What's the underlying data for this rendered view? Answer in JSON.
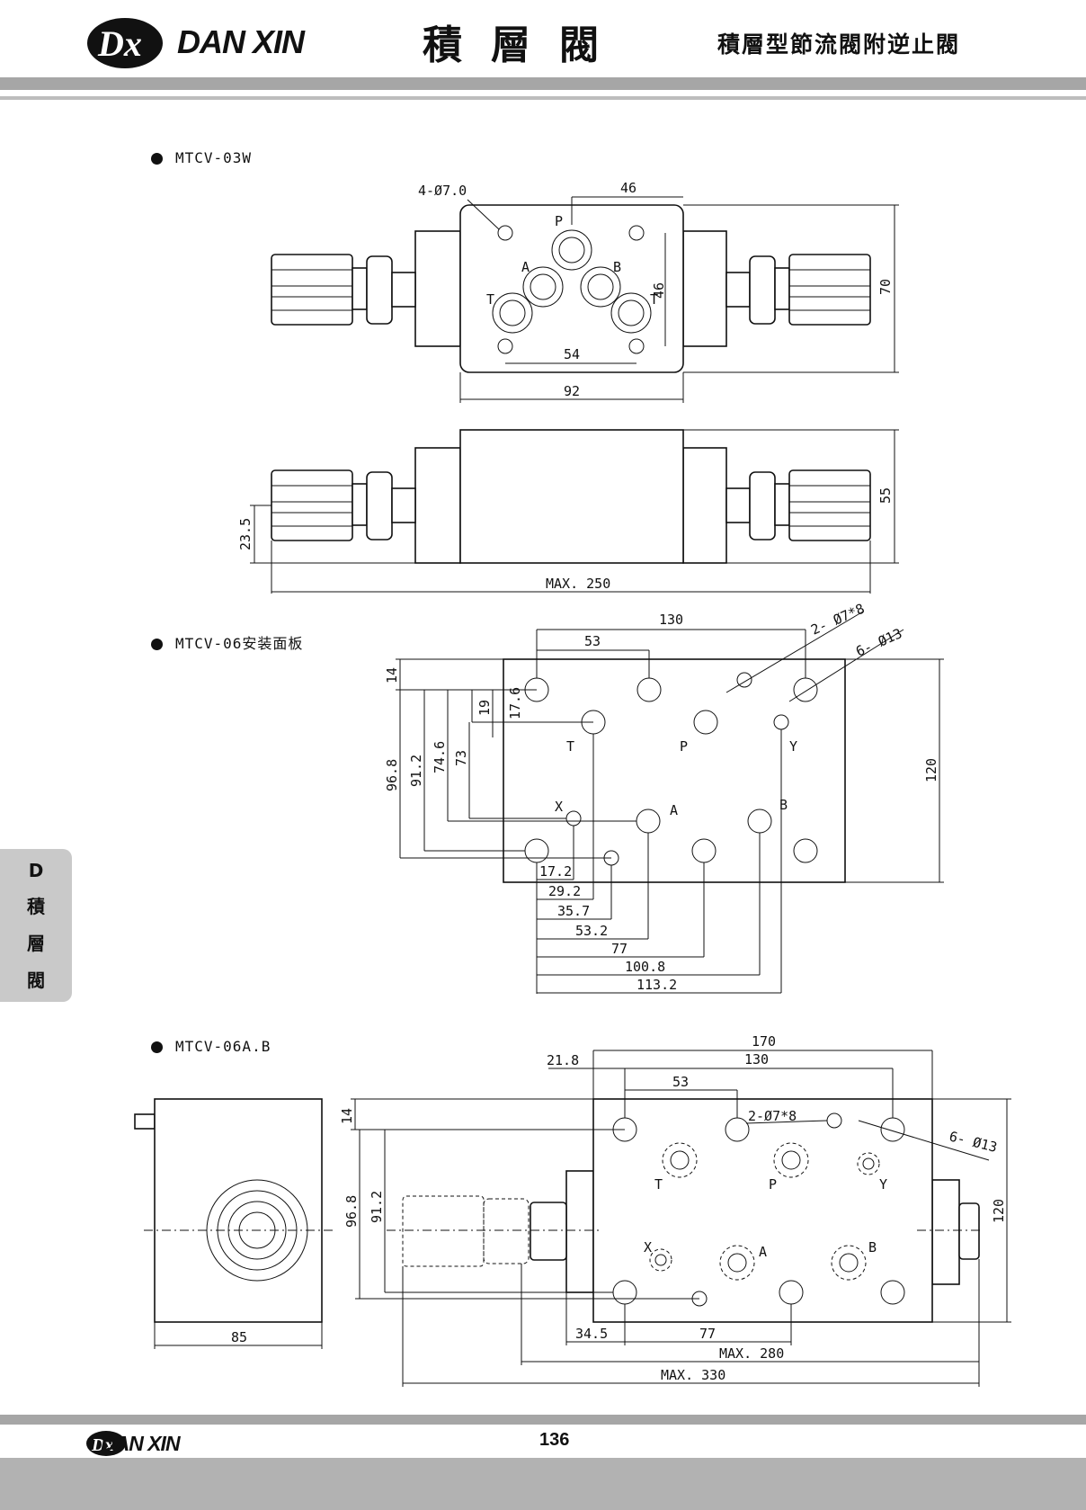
{
  "header": {
    "brand": "DAN XIN",
    "title": "積層閥",
    "subtitle": "積層型節流閥附逆止閥"
  },
  "side_tab": [
    "D",
    "積",
    "層",
    "閥"
  ],
  "sections": [
    {
      "label": "MTCV-03W",
      "dims": {
        "holes": "4-Ø7.0",
        "d46_top": "46",
        "d46_side": "46",
        "d54": "54",
        "d92": "92",
        "d70": "70",
        "d55": "55",
        "d23_5": "23.5",
        "max250": "MAX. 250"
      },
      "ports": {
        "p": "P",
        "a": "A",
        "b": "B",
        "t1": "T",
        "t2": "T"
      }
    },
    {
      "label": "MTCV-06安装面板",
      "dims": {
        "d130": "130",
        "d53": "53",
        "holes_small": "2- Ø7*8",
        "holes_large": "6- Ø13",
        "d14": "14",
        "d17_6": "17.6",
        "d19": "19",
        "d96_8": "96.8",
        "d91_2": "91.2",
        "d74_6": "74.6",
        "d73": "73",
        "d120": "120",
        "d17_2": "17.2",
        "d29_2": "29.2",
        "d35_7": "35.7",
        "d53_2": "53.2",
        "d77": "77",
        "d100_8": "100.8",
        "d113_2": "113.2"
      },
      "ports": {
        "t": "T",
        "p": "P",
        "y": "Y",
        "x": "X",
        "a": "A",
        "b": "B"
      }
    },
    {
      "label": "MTCV-06A.B",
      "dims": {
        "d170": "170",
        "d21_8": "21.8",
        "d130": "130",
        "d53": "53",
        "holes_small": "2-Ø7*8",
        "holes_large": "6- Ø13",
        "d14": "14",
        "d96_8": "96.8",
        "d91_2": "91.2",
        "d120": "120",
        "d85": "85",
        "d34_5": "34.5",
        "d77": "77",
        "max280": "MAX. 280",
        "max330": "MAX. 330"
      },
      "ports": {
        "t": "T",
        "p": "P",
        "y": "Y",
        "x": "X",
        "a": "A",
        "b": "B"
      }
    }
  ],
  "footer": {
    "brand": "DAN XIN",
    "page": "136"
  }
}
